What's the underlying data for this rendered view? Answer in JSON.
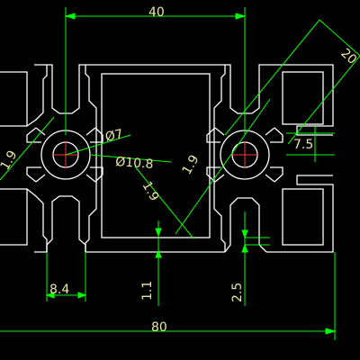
{
  "colors": {
    "background": "#000000",
    "geometry": "#ffffff",
    "dimension": "#00ff00",
    "centerline": "#ff3333",
    "text": "#e8e8a0"
  },
  "dimensions": {
    "width_40": "40",
    "width_20": "20",
    "width_80": "80",
    "dia_7": "Ø7",
    "dia_10_8": "Ø10.8",
    "wall_1_9_left": "1.9",
    "wall_1_9_center": "1.9",
    "wall_1_9_diag": "1.9",
    "slot_7_5": "7.5",
    "slot_8_4": "8.4",
    "lip_1_1": "1.1",
    "lip_2_5": "2.5"
  }
}
